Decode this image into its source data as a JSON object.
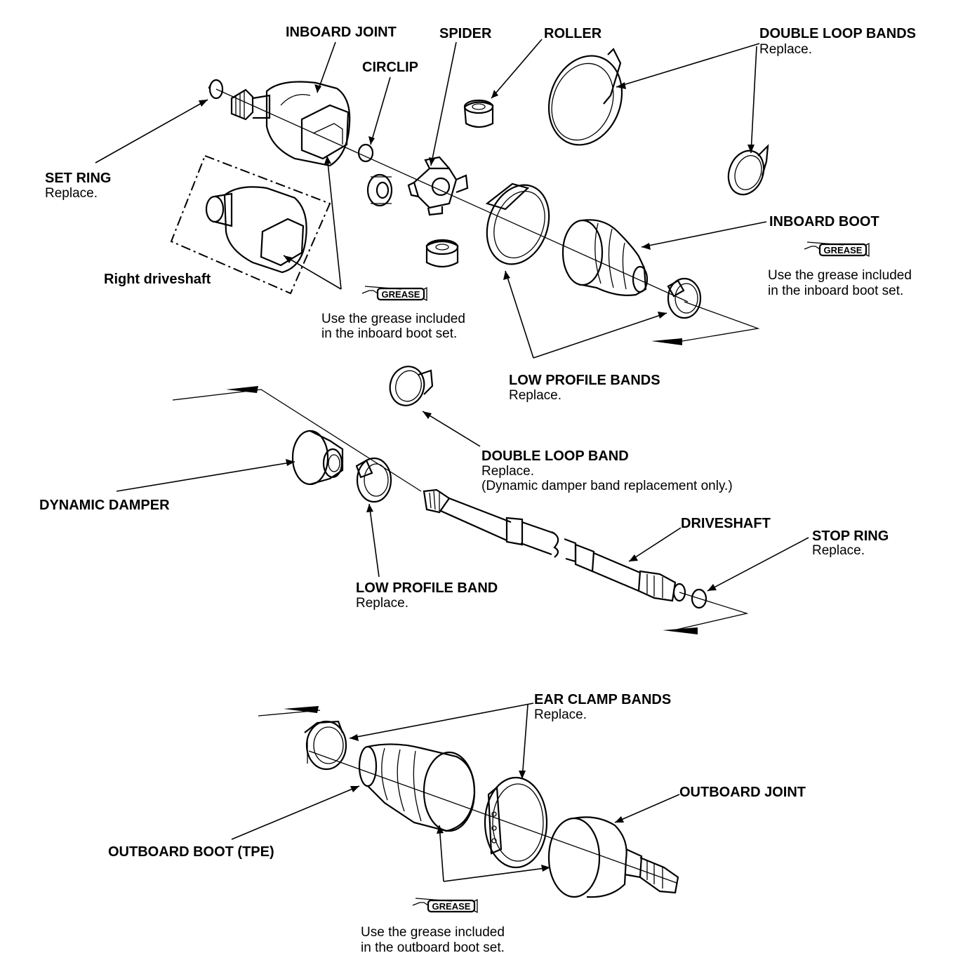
{
  "labels": {
    "inboard_joint": "INBOARD JOINT",
    "spider": "SPIDER",
    "roller": "ROLLER",
    "double_loop_bands": "DOUBLE LOOP BANDS",
    "double_loop_bands_note": "Replace.",
    "circlip": "CIRCLIP",
    "set_ring": "SET RING",
    "set_ring_note": "Replace.",
    "right_driveshaft": "Right driveshaft",
    "inboard_boot": "INBOARD BOOT",
    "low_profile_bands": "LOW PROFILE BANDS",
    "low_profile_bands_note": "Replace.",
    "double_loop_band": "DOUBLE LOOP BAND",
    "double_loop_band_note1": "Replace.",
    "double_loop_band_note2": "(Dynamic damper band replacement only.)",
    "dynamic_damper": "DYNAMIC DAMPER",
    "driveshaft": "DRIVESHAFT",
    "stop_ring": "STOP RING",
    "stop_ring_note": "Replace.",
    "low_profile_band": "LOW PROFILE BAND",
    "low_profile_band_note": "Replace.",
    "ear_clamp_bands": "EAR CLAMP BANDS",
    "ear_clamp_bands_note": "Replace.",
    "outboard_joint": "OUTBOARD JOINT",
    "outboard_boot": "OUTBOARD BOOT (TPE)"
  },
  "grease": {
    "tag": "GREASE",
    "inboard_line1": "Use the grease included",
    "inboard_line2": "in the inboard boot set.",
    "outboard_line1": "Use the grease included",
    "outboard_line2": "in the outboard boot set."
  }
}
